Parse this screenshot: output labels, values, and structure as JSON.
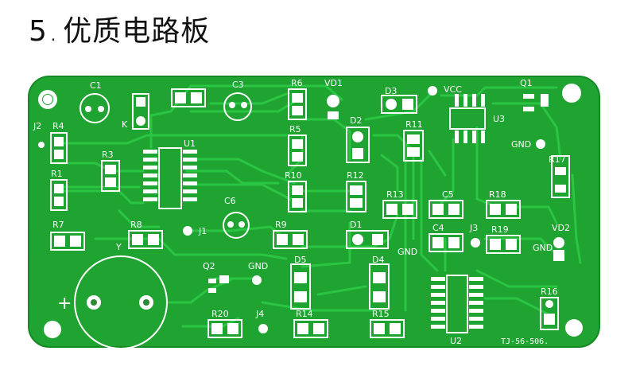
{
  "title": {
    "number": "5",
    "dot": ".",
    "text": "优质电路板"
  },
  "colors": {
    "board": "#1fa331",
    "board_edge": "#158a24",
    "trace": "#29c23f",
    "silkscreen": "#ffffff",
    "pad": "#ffffff",
    "pad_hole": "#2a8a35"
  },
  "board": {
    "labels": {
      "C1": "C1",
      "J2": "J2",
      "R4": "R4",
      "K": "K",
      "C3": "C3",
      "R6": "R6",
      "VD1": "VD1",
      "D3": "D3",
      "VCC": "VCC",
      "Q1": "Q1",
      "U3": "U3",
      "R5": "R5",
      "D2": "D2",
      "R11": "R11",
      "U1": "U1",
      "R3": "R3",
      "GND1": "GND",
      "R1": "R1",
      "R10": "R10",
      "R12": "R12",
      "R17": "R17",
      "C6": "C6",
      "R13": "R13",
      "C5": "C5",
      "R18": "R18",
      "R7": "R7",
      "R8": "R8",
      "J1": "J1",
      "R9": "R9",
      "D1": "D1",
      "C4": "C4",
      "J3": "J3",
      "R19": "R19",
      "VD2": "VD2",
      "GND2": "GND",
      "Y": "Y",
      "GND3": "GND",
      "Q2": "Q2",
      "GND4": "GND",
      "D5": "D5",
      "D4": "D4",
      "plus": "+",
      "R16": "R16",
      "R20": "R20",
      "J4": "J4",
      "R14": "R14",
      "R15": "R15",
      "U2": "U2",
      "marking": "TJ-56-506."
    }
  }
}
